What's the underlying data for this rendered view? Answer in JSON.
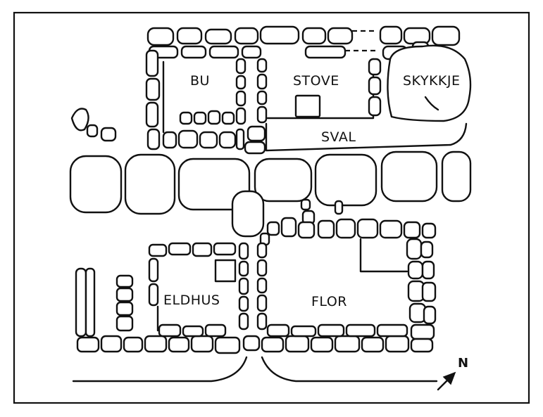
{
  "plan": {
    "rooms": {
      "bu": "BU",
      "stove": "STOVE",
      "skykkje": "SKYKKJE",
      "sval": "SVAL",
      "eldhus": "ELDHUS",
      "flor": "FLOR"
    },
    "north": "N"
  }
}
